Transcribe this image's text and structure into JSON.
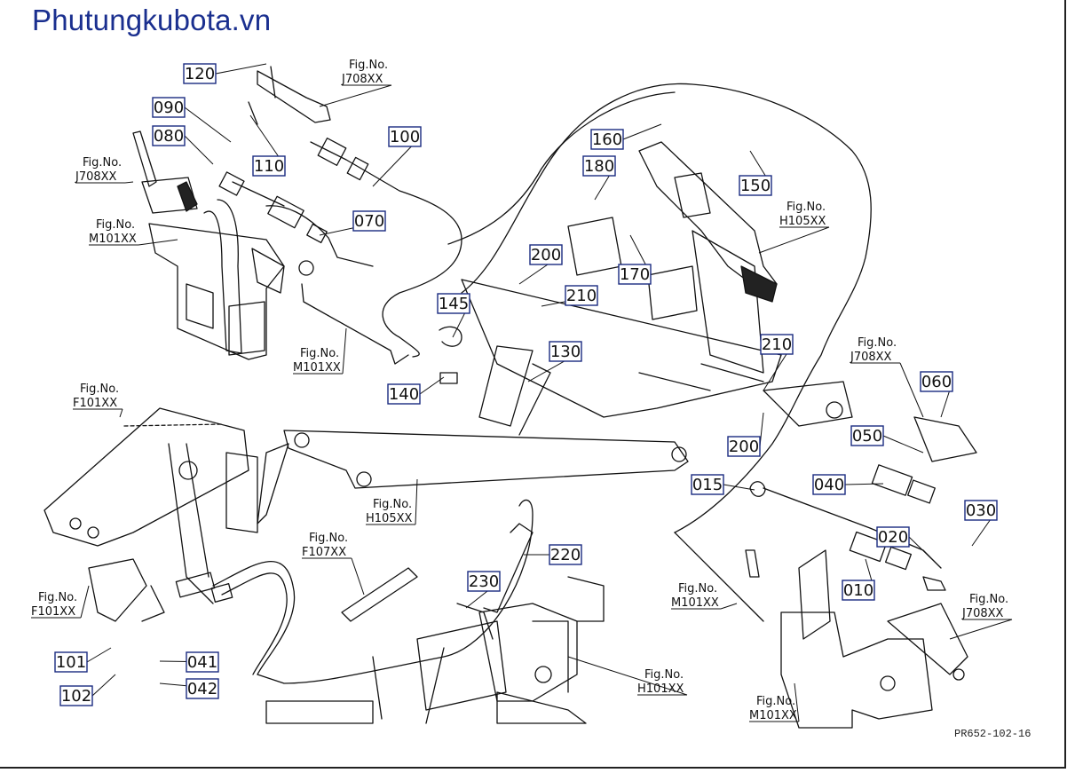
{
  "brand": "Phutungkubota.vn",
  "drawing_code": "PR652-102-16",
  "part_callouts": [
    "120",
    "090",
    "080",
    "110",
    "100",
    "070",
    "145",
    "140",
    "130",
    "160",
    "180",
    "200",
    "210",
    "170",
    "150",
    "210",
    "200",
    "060",
    "050",
    "040",
    "015",
    "030",
    "020",
    "010",
    "220",
    "230",
    "101",
    "102",
    "041",
    "042"
  ],
  "figure_refs": [
    {
      "label": "Fig.No.",
      "code": "J708XX"
    },
    {
      "label": "Fig.No.",
      "code": "J708XX"
    },
    {
      "label": "Fig.No.",
      "code": "M101XX"
    },
    {
      "label": "Fig.No.",
      "code": "M101XX"
    },
    {
      "label": "Fig.No.",
      "code": "H105XX"
    },
    {
      "label": "Fig.No.",
      "code": "J708XX"
    },
    {
      "label": "Fig.No.",
      "code": "F101XX"
    },
    {
      "label": "Fig.No.",
      "code": "H105XX"
    },
    {
      "label": "Fig.No.",
      "code": "F107XX"
    },
    {
      "label": "Fig.No.",
      "code": "F101XX"
    },
    {
      "label": "Fig.No.",
      "code": "M101XX"
    },
    {
      "label": "Fig.No.",
      "code": "H101XX"
    },
    {
      "label": "Fig.No.",
      "code": "J708XX"
    },
    {
      "label": "Fig.No.",
      "code": "M101XX"
    }
  ]
}
